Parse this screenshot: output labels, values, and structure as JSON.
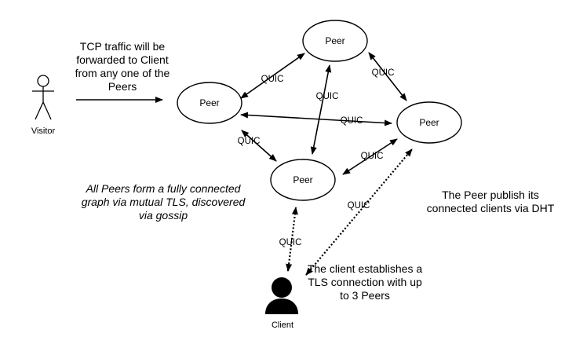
{
  "diagram": {
    "nodes": {
      "peer_top": "Peer",
      "peer_left": "Peer",
      "peer_right": "Peer",
      "peer_bottom": "Peer",
      "visitor": "Visitor",
      "client": "Client"
    },
    "edge_label": "QUIC",
    "notes": {
      "tcp_forwarding": "TCP traffic will be forwarded to Client from any one of the Peers",
      "mesh": "All Peers form a fully connected graph via mutual TLS, discovered via gossip",
      "dht": "The Peer publish its connected clients via DHT",
      "tls_connection": "The client establishes a TLS connection with up to 3 Peers"
    }
  },
  "colors": {
    "stroke": "#000000",
    "background": "#ffffff"
  },
  "icons": {
    "visitor": "stick-figure-icon",
    "client": "user-silhouette-icon"
  }
}
